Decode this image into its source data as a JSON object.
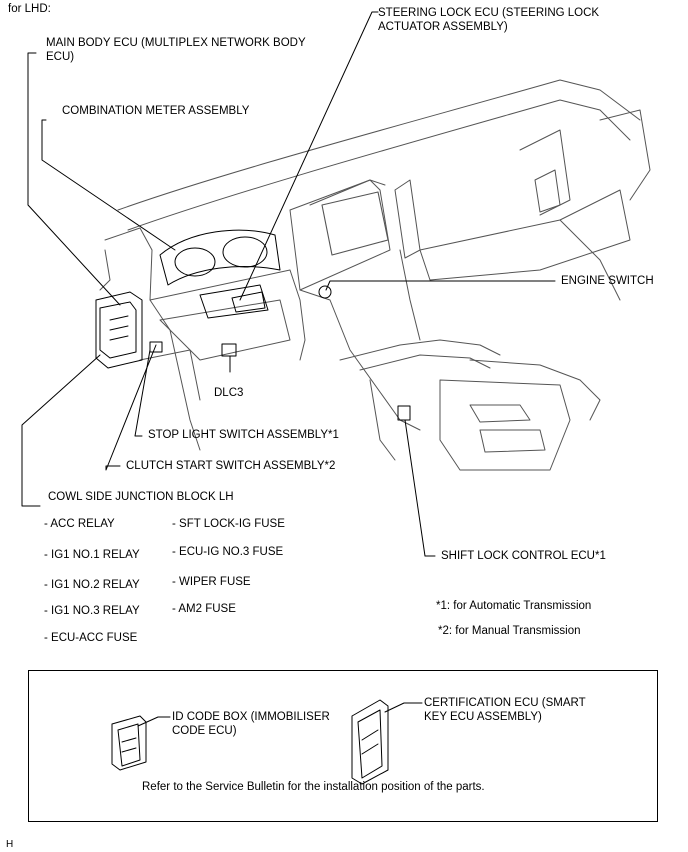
{
  "header": {
    "title": "for LHD:"
  },
  "labels": {
    "steering_lock_ecu": "STEERING LOCK ECU (STEERING LOCK ACTUATOR ASSEMBLY)",
    "main_body_ecu": "MAIN BODY ECU (MULTIPLEX NETWORK BODY ECU)",
    "combination_meter": "COMBINATION METER ASSEMBLY",
    "engine_switch": "ENGINE SWITCH",
    "dlc3": "DLC3",
    "stop_light_switch": "STOP LIGHT SWITCH ASSEMBLY*1",
    "clutch_start_switch": "CLUTCH START SWITCH ASSEMBLY*2",
    "cowl_side_jb": "COWL SIDE JUNCTION BLOCK LH",
    "shift_lock_ecu": "SHIFT LOCK CONTROL ECU*1"
  },
  "relays_col1": [
    "- ACC RELAY",
    "- IG1 NO.1 RELAY",
    "- IG1 NO.2 RELAY",
    "- IG1 NO.3 RELAY",
    "- ECU-ACC FUSE"
  ],
  "relays_col2": [
    "- SFT LOCK-IG FUSE",
    "- ECU-IG NO.3 FUSE",
    "- WIPER FUSE",
    "- AM2 FUSE"
  ],
  "footnotes": [
    "*1: for Automatic Transmission",
    "*2: for Manual Transmission"
  ],
  "bottom_box": {
    "id_code_box": "ID CODE BOX (IMMOBILISER CODE ECU)",
    "certification_ecu": "CERTIFICATION ECU (SMART KEY ECU ASSEMBLY)",
    "note": "Refer to the Service Bulletin for the installation position of the parts."
  },
  "corner_mark": "H"
}
